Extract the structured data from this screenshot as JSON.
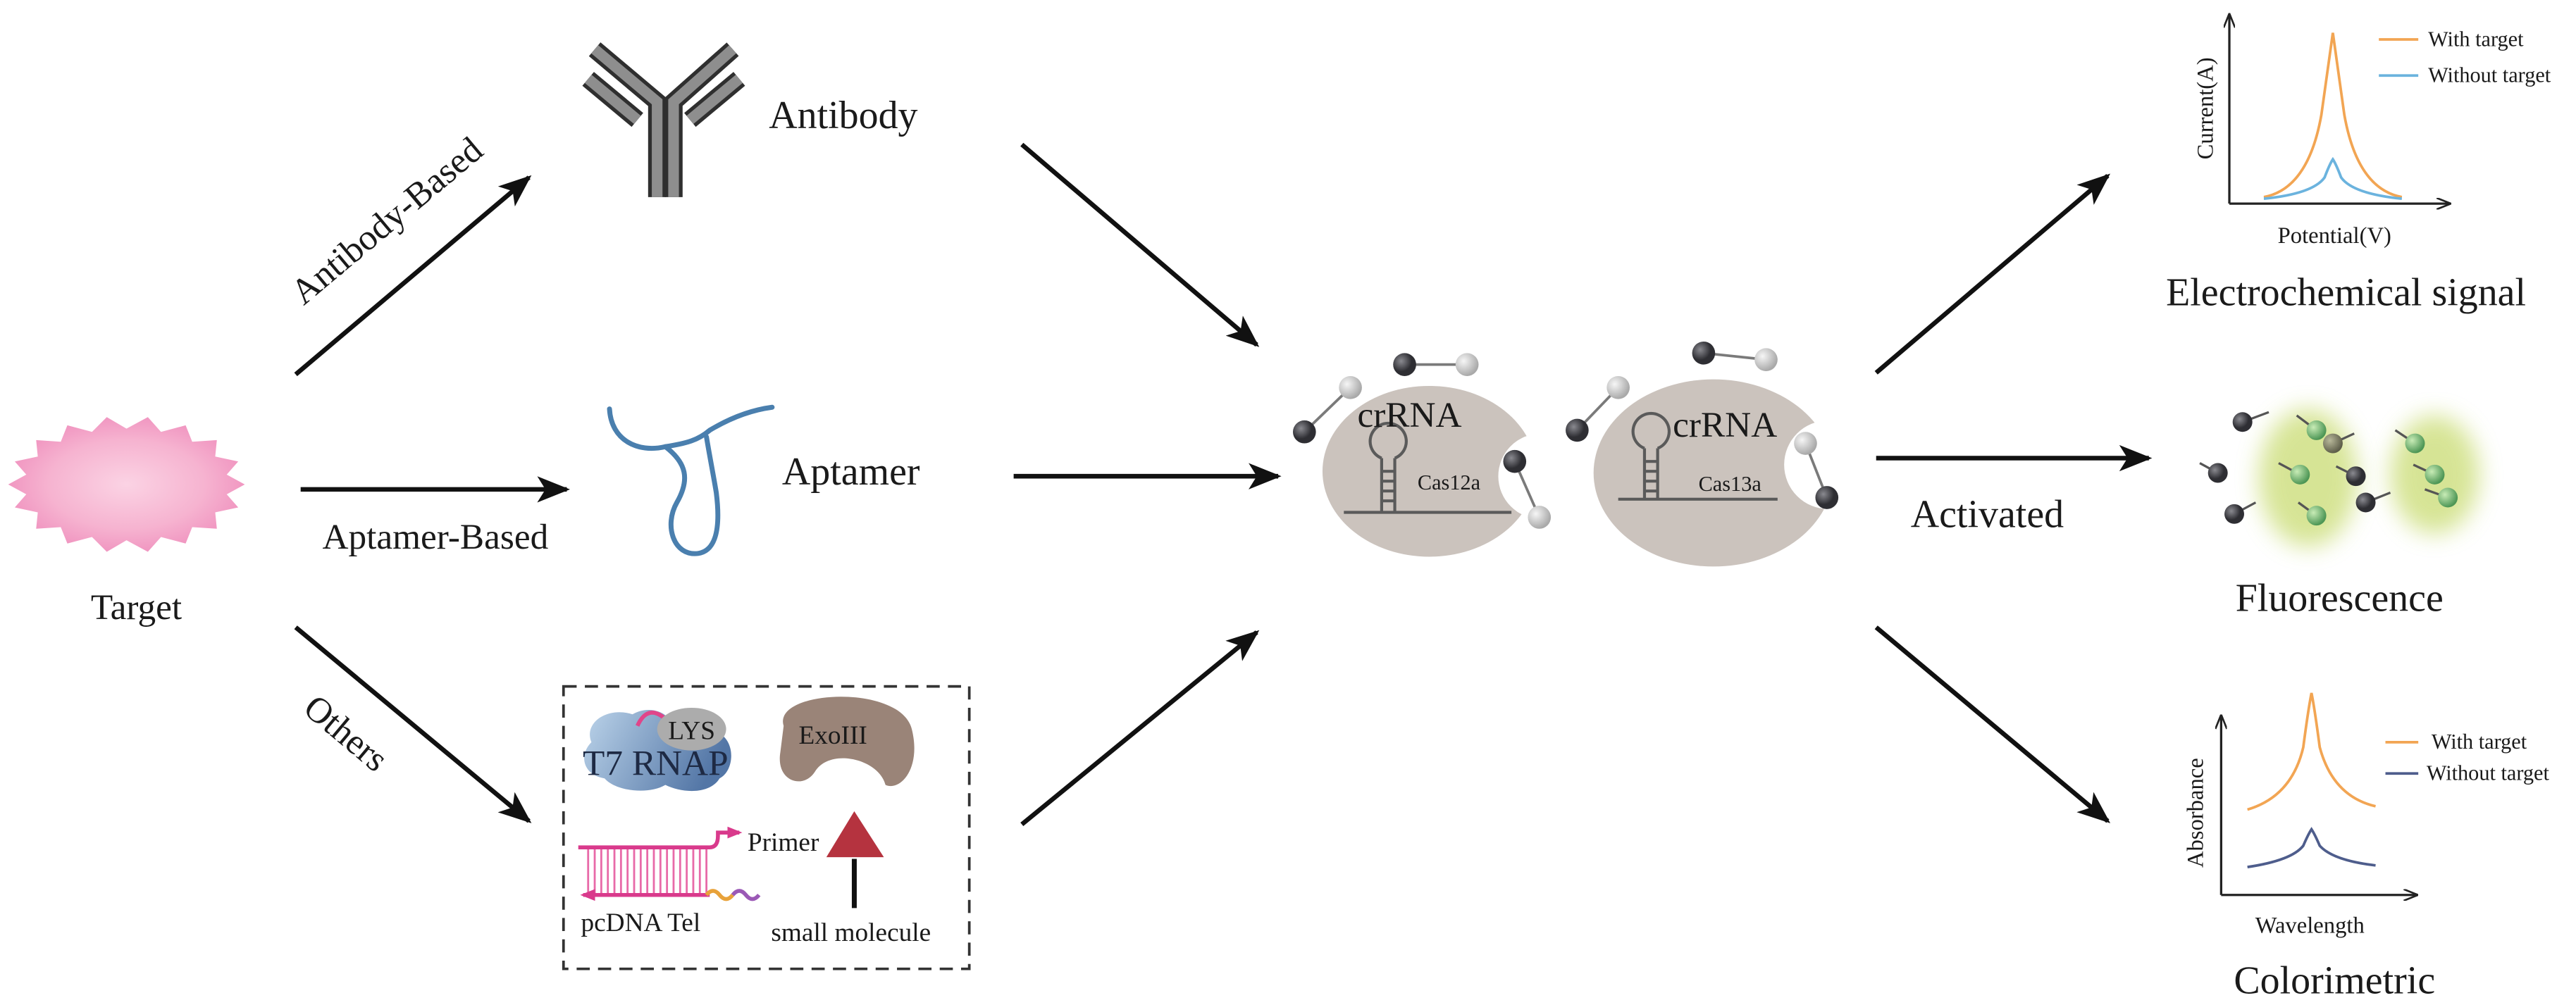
{
  "target": {
    "label": "Target"
  },
  "routes": {
    "antibody_based": "Antibody-Based",
    "aptamer_based": "Aptamer-Based",
    "others": "Others"
  },
  "recognition": {
    "antibody": "Antibody",
    "aptamer": "Aptamer",
    "others_box": {
      "lys": "LYS",
      "t7_rnap": "T7 RNAP",
      "exoiii": "ExoIII",
      "primer": "Primer",
      "pcdna_tel": "pcDNA Tel",
      "small_molecule": "small molecule"
    }
  },
  "cas_systems": [
    {
      "crrna": "crRNA",
      "protein": "Cas12a"
    },
    {
      "crrna": "crRNA",
      "protein": "Cas13a"
    }
  ],
  "activated": "Activated",
  "outputs": {
    "electrochemical": {
      "title": "Electrochemical signal",
      "ylabel": "Current(A)",
      "xlabel": "Potential(V)",
      "legend": [
        {
          "label": "With target",
          "color": "#F2A553"
        },
        {
          "label": "Without target",
          "color": "#6BB3DE"
        }
      ]
    },
    "fluorescence": {
      "title": "Fluorescence"
    },
    "colorimetric": {
      "title": "Colorimetric",
      "ylabel": "Absorbance",
      "xlabel": "Wavelength",
      "legend": [
        {
          "label": "With target",
          "color": "#F2A553"
        },
        {
          "label": "Without target",
          "color": "#4E5D8C"
        }
      ]
    }
  },
  "colors": {
    "cas_protein": "#CBC3BD",
    "aptamer": "#4A7FAE",
    "exoiii": "#9A8478",
    "small_molecule": "#B5333F",
    "dna_strand": "#D93A8C"
  }
}
